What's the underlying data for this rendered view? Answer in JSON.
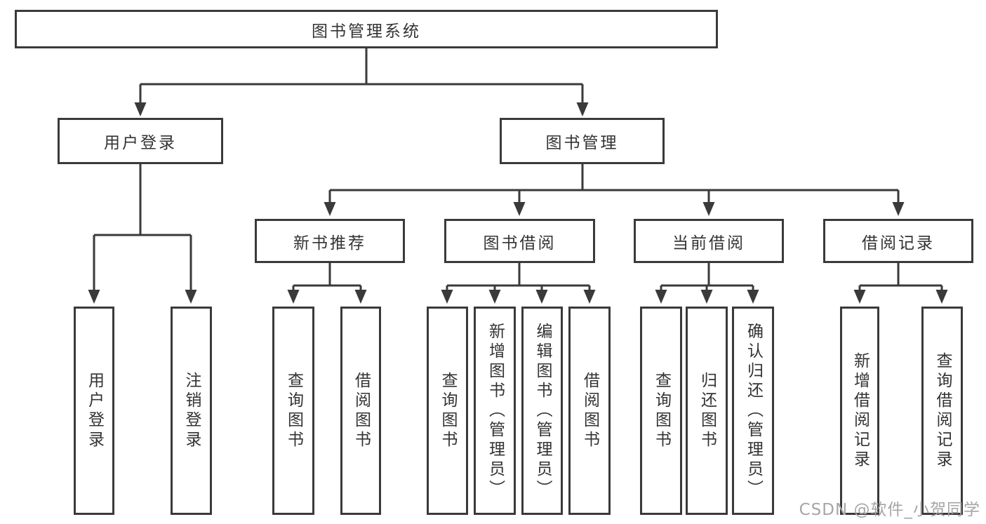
{
  "diagram": {
    "title": "图书管理系统",
    "level2": [
      {
        "label": "用户登录"
      },
      {
        "label": "图书管理"
      }
    ],
    "level3": [
      {
        "label": "新书推荐"
      },
      {
        "label": "图书借阅"
      },
      {
        "label": "当前借阅"
      },
      {
        "label": "借阅记录"
      }
    ],
    "leaves": {
      "user_login": [
        "用户登录",
        "注销登录"
      ],
      "new_book_rec": [
        "查询图书",
        "借阅图书"
      ],
      "book_borrow": [
        "查询图书",
        "新增图书（管理员）",
        "编辑图书（管理员）",
        "借阅图书"
      ],
      "current_borrow": [
        "查询图书",
        "归还图书",
        "确认归还（管理员）"
      ],
      "borrow_records": [
        "新增借阅记录",
        "查询借阅记录"
      ]
    }
  },
  "watermark": {
    "text": "CSDN @软件_小贺同学"
  },
  "colors": {
    "line": "#3a3a3a",
    "text": "#333333",
    "watermark": "#a6a6a6",
    "background": "#ffffff"
  }
}
